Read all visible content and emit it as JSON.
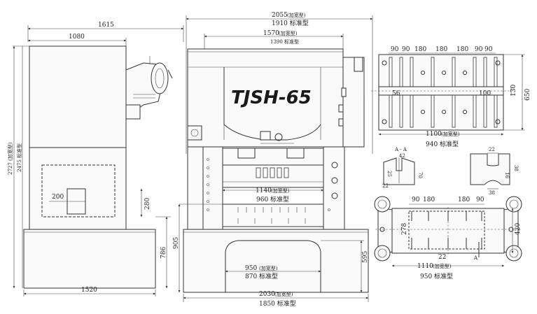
{
  "model": "TJSH-65",
  "side_view": {
    "top_width": "1615",
    "upper_width": "1080",
    "height_wide": "2727 (加宽型)",
    "height_std": "2475 标准型",
    "base_width": "1520",
    "base_height": "786",
    "panel_height": "280",
    "panel_width": "200"
  },
  "front_view": {
    "top_wide": "2055",
    "top_wide_note": "(加宽型)",
    "top_std": "1910 标准型",
    "upper_wide": "1570",
    "upper_wide_note": "(加宽型)",
    "upper_std": "1390 标准型",
    "slide_wide": "1140",
    "slide_wide_note": "(加宽型)",
    "slide_std": "960 标准型",
    "opening_wide": "950",
    "opening_wide_note": "(加宽型)",
    "opening_std": "870 标准型",
    "base_wide": "2030",
    "base_wide_note": "(加宽型)",
    "base_std": "1850 标准型",
    "height_905": "905",
    "height_595": "595"
  },
  "slide_plan": {
    "spacings": [
      "90",
      "90",
      "180",
      "180",
      "180",
      "90",
      "90"
    ],
    "offset_56": "56",
    "offset_100": "100",
    "depth_130": "130",
    "depth_650": "650",
    "width_wide": "1100",
    "width_wide_note": "(加宽型)",
    "width_std": "940 标准型"
  },
  "section_aa": {
    "label": "A - A",
    "d42": "42",
    "d70": "70",
    "d25": "25",
    "d22": "22"
  },
  "tslot": {
    "d22": "22",
    "d38a": "38",
    "d16": "16",
    "d38b": "38"
  },
  "bolster_plan": {
    "spacings": [
      "90",
      "180",
      "180",
      "90"
    ],
    "depth_278": "278",
    "depth_420": "420",
    "d22": "22",
    "section_mark": "A",
    "width_wide": "1110",
    "width_wide_note": "(加宽型)",
    "width_std": "950 标准型"
  }
}
